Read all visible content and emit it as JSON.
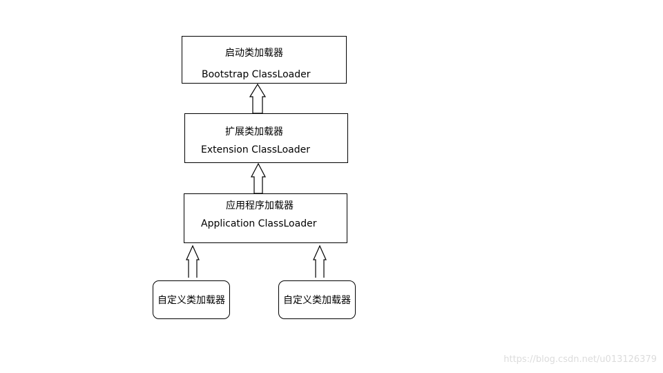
{
  "diagram": {
    "nodes": [
      {
        "id": "bootstrap",
        "name_cn": "启动类加载器",
        "name_en": "Bootstrap  ClassLoader"
      },
      {
        "id": "extension",
        "name_cn": "扩展类加载器",
        "name_en": "Extension  ClassLoader"
      },
      {
        "id": "application",
        "name_cn": "应用程序加载器",
        "name_en": "Application ClassLoader"
      }
    ],
    "custom_nodes": [
      {
        "id": "custom-1",
        "label": "自定义类加载器"
      },
      {
        "id": "custom-2",
        "label": "自定义类加载器"
      }
    ],
    "edges": [
      {
        "from": "extension",
        "to": "bootstrap"
      },
      {
        "from": "application",
        "to": "extension"
      },
      {
        "from": "custom-1",
        "to": "application"
      },
      {
        "from": "custom-2",
        "to": "application"
      }
    ]
  },
  "watermark": "https://blog.csdn.net/u013126379"
}
